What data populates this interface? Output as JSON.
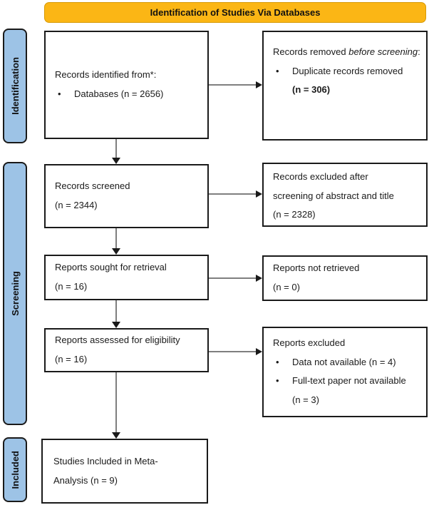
{
  "banner": {
    "label": "Identification of Studies Via Databases",
    "bg_color": "#FBB615"
  },
  "sidebar": {
    "bg_color": "#9DC3E6",
    "items": [
      {
        "label": "Identification"
      },
      {
        "label": "Screening"
      },
      {
        "label": "Included"
      }
    ]
  },
  "flow": {
    "records_identified": {
      "title": "Records identified from*:",
      "bullet": "Databases (n = 2656)"
    },
    "records_removed": {
      "title_normal": "Records removed ",
      "title_italic": "before screening",
      "title_tail": ":",
      "bullet_line1": "Duplicate records removed",
      "bullet_line2_bold": "(n = 306)"
    },
    "records_screened": {
      "lines": [
        "Records screened",
        "(n = 2344)"
      ]
    },
    "records_excluded": {
      "lines": [
        "Records excluded after",
        "screening of abstract and title",
        "(n = 2328)"
      ]
    },
    "reports_sought": {
      "lines": [
        "Reports sought for retrieval",
        "(n = 16)"
      ]
    },
    "reports_not_retrieved": {
      "lines": [
        "Reports not retrieved",
        "(n = 0)"
      ]
    },
    "reports_assessed": {
      "lines": [
        "Reports assessed for eligibility",
        "(n = 16)"
      ]
    },
    "reports_excluded": {
      "title": "Reports excluded",
      "bullet1": "Data not available (n = 4)",
      "bullet2_line1": "Full-text paper not available",
      "bullet2_line2": "(n = 3)"
    },
    "studies_included": {
      "lines": [
        "Studies Included in Meta-",
        "Analysis (n = 9)"
      ]
    }
  }
}
